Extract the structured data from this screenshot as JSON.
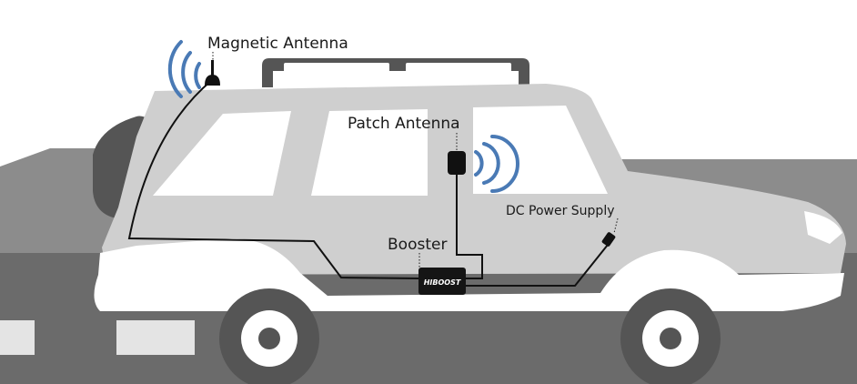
{
  "labels": {
    "magnetic_antenna": "Magnetic Antenna",
    "patch_antenna": "Patch Antenna",
    "booster": "Booster",
    "dc_power_supply": "DC Power Supply",
    "brand": "HIBOOST"
  },
  "colors": {
    "signal_wave": "#4a7ab5",
    "road": "#6b6b6b",
    "background_hill": "#8c8c8c",
    "car_body": "#cfcfcf",
    "car_lower": "#ffffff",
    "wheel": "#555555",
    "cable": "#111111",
    "device": "#151515"
  }
}
